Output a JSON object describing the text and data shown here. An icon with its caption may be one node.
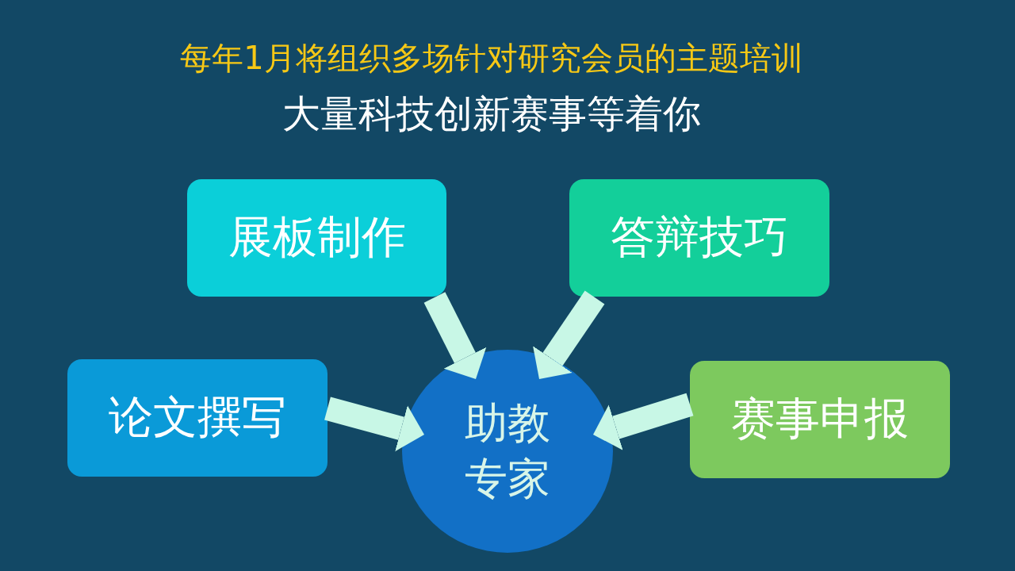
{
  "diagram": {
    "title": "每年1月将组织多场针对研究会员的主题培训",
    "nodes": [
      {
        "text": [
          "展板制作"
        ]
      },
      {
        "text": [
          "答辩技巧"
        ]
      },
      {
        "text": [
          "论文撰写"
        ]
      },
      {
        "text": [
          "助教专家"
        ]
      },
      {
        "text": [
          "赛事申报"
        ]
      }
    ],
    "edges": [
      {
        "from": 0,
        "to": 3,
        "arrow": "to"
      },
      {
        "from": 1,
        "to": 3,
        "arrow": "to"
      },
      {
        "from": 2,
        "to": 3,
        "arrow": "to"
      },
      {
        "from": 4,
        "to": 3,
        "arrow": "to"
      }
    ],
    "labels": [
      "大量科技创新赛事等着你"
    ]
  }
}
